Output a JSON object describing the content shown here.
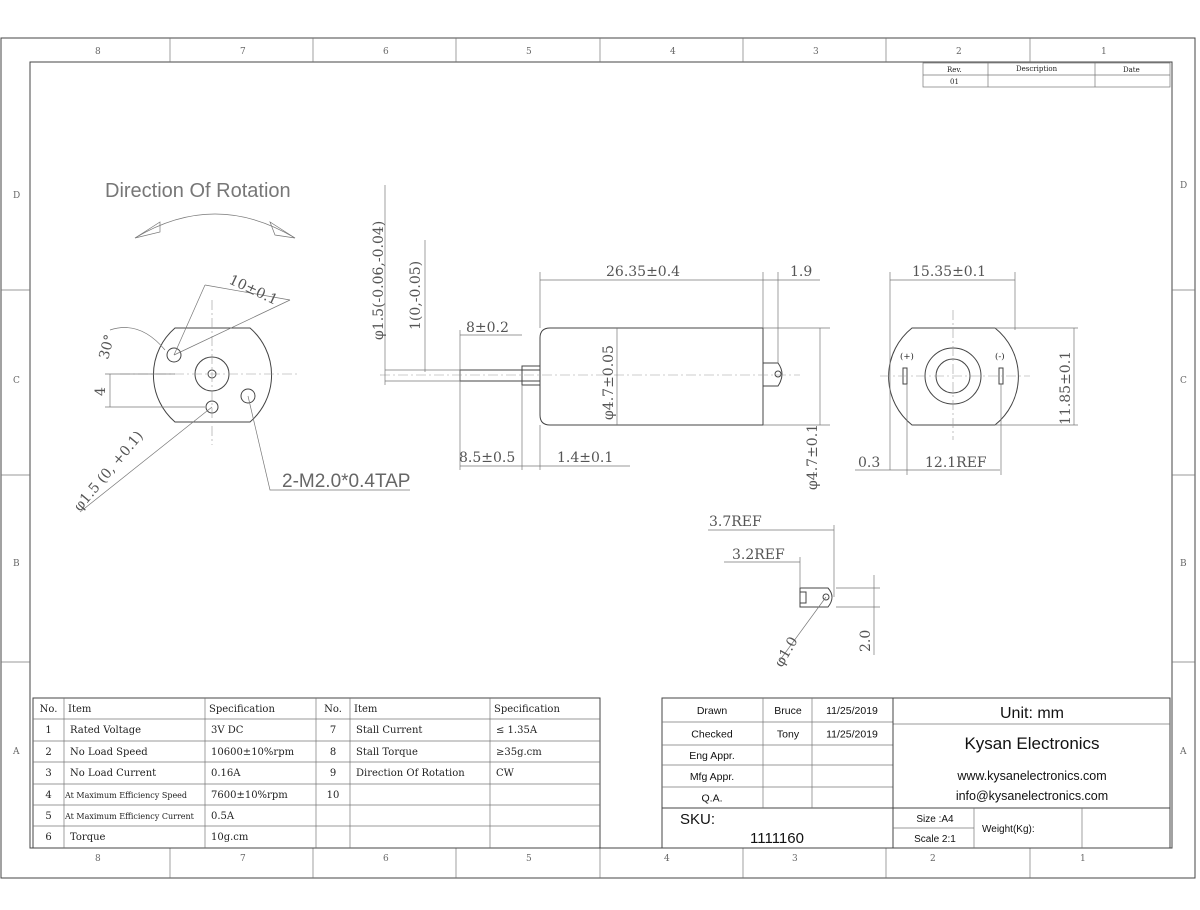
{
  "zones": {
    "top": [
      "8",
      "7",
      "6",
      "5",
      "4",
      "3",
      "2",
      "1"
    ],
    "side": [
      "D",
      "C",
      "B",
      "A"
    ]
  },
  "revision_table": {
    "headers": [
      "Rev.",
      "Description",
      "Date"
    ],
    "rows": [
      [
        "01",
        "",
        ""
      ]
    ]
  },
  "drawing": {
    "rotation_title": "Direction Of Rotation",
    "dims": {
      "d1": "10±0.1",
      "d2": "30°",
      "d3": "4",
      "d4": "φ1.5 (0, +0.1)",
      "d5": "2-M2.0*0.4TAP",
      "d6": "φ1.5(-0.06,-0.04)",
      "d7": "1(0,-0.05)",
      "d8": "8±0.2",
      "d9": "26.35±0.4",
      "d10": "1.9",
      "d11": "φ4.7±0.05",
      "d12": "8.5±0.5",
      "d13": "1.4±0.1",
      "d14": "φ4.7±0.1",
      "d15": "15.35±0.1",
      "d16": "11.85±0.1",
      "d17": "0.3",
      "d18": "12.1REF",
      "d19": "(+)",
      "d20": "(-)",
      "d21": "3.7REF",
      "d22": "3.2REF",
      "d23": "φ1.0",
      "d24": "2.0"
    }
  },
  "spec_table": {
    "headers": [
      "No.",
      "Item",
      "Specification",
      "No.",
      "Item",
      "Specification"
    ],
    "rows": [
      [
        "1",
        "Rated Voltage",
        "3V DC",
        "7",
        "Stall Current",
        "≤ 1.35A"
      ],
      [
        "2",
        "No Load Speed",
        "10600±10%rpm",
        "8",
        "Stall Torque",
        "≥35g.cm"
      ],
      [
        "3",
        "No Load Current",
        "0.16A",
        "9",
        "Direction Of Rotation",
        "CW"
      ],
      [
        "4",
        "At Maximum Efficiency Speed",
        "7600±10%rpm",
        "10",
        "",
        ""
      ],
      [
        "5",
        "At Maximum Efficiency Current",
        "0.5A",
        "",
        "",
        ""
      ],
      [
        "6",
        "Torque",
        "10g.cm",
        "",
        "",
        ""
      ]
    ]
  },
  "title_block": {
    "approvals": [
      [
        "Drawn",
        "Bruce",
        "11/25/2019"
      ],
      [
        "Checked",
        "Tony",
        "11/25/2019"
      ],
      [
        "Eng Appr.",
        "",
        ""
      ],
      [
        "Mfg Appr.",
        "",
        ""
      ],
      [
        "Q.A.",
        "",
        ""
      ]
    ],
    "unit": "Unit: mm",
    "company": "Kysan Electronics",
    "website": "www.kysanelectronics.com",
    "email": "info@kysanelectronics.com",
    "sku_label": "SKU:",
    "sku": "1111160",
    "size": "Size :A4",
    "scale": "Scale 2:1",
    "weight_label": "Weight(Kg):",
    "weight": ""
  }
}
